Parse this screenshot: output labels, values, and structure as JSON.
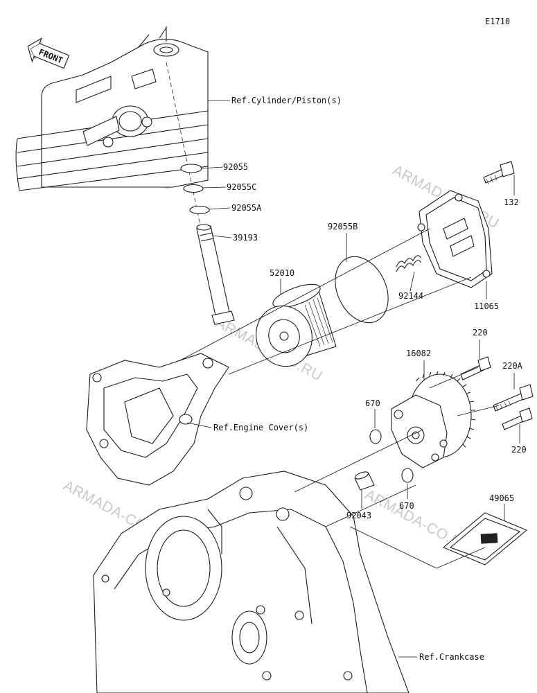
{
  "diagram_code": "E1710",
  "front_label": "FRONT",
  "refs": {
    "cylinder": "Ref.Cylinder/Piston(s)",
    "engine_cover": "Ref.Engine Cover(s)",
    "crankcase": "Ref.Crankcase"
  },
  "parts": {
    "p92055": "92055",
    "p92055c": "92055C",
    "p92055a": "92055A",
    "p39193": "39193",
    "p92055b": "92055B",
    "p52010": "52010",
    "p92144": "92144",
    "p132": "132",
    "p11065": "11065",
    "p16082": "16082",
    "p220_top": "220",
    "p220a": "220A",
    "p220_bottom": "220",
    "p670_left": "670",
    "p670_right": "670",
    "p92043": "92043",
    "p49065": "49065"
  },
  "watermark": "ARMADA-CO.RU"
}
